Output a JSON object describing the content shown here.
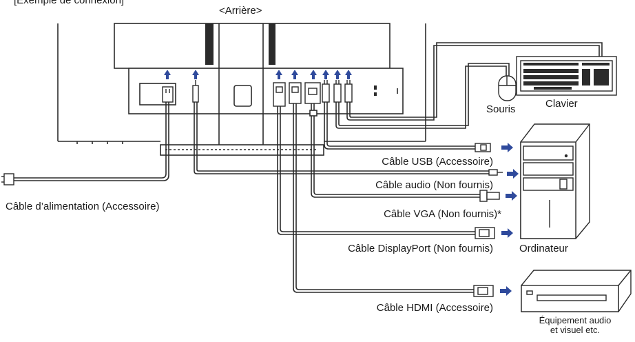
{
  "header": {
    "example_title": "[Exemple de connexion]",
    "rear_label": "<Arrière>"
  },
  "peripherals": {
    "keyboard": "Clavier",
    "mouse": "Souris",
    "computer": "Ordinateur",
    "av_line1": "Équipement audio",
    "av_line2": "et visuel etc."
  },
  "cables": {
    "usb": "Câble USB (Accessoire)",
    "audio": "Câble audio (Non fournis)",
    "vga": "Câble VGA (Non fournis)*",
    "displayport": "Câble DisplayPort (Non fournis)",
    "hdmi": "Câble HDMI (Accessoire)",
    "power": "Câble d’alimentation (Accessoire)"
  },
  "colors": {
    "arrow": "#2f4a9c",
    "line": "#2b2b2b",
    "cable_fill": "#ffffff"
  }
}
